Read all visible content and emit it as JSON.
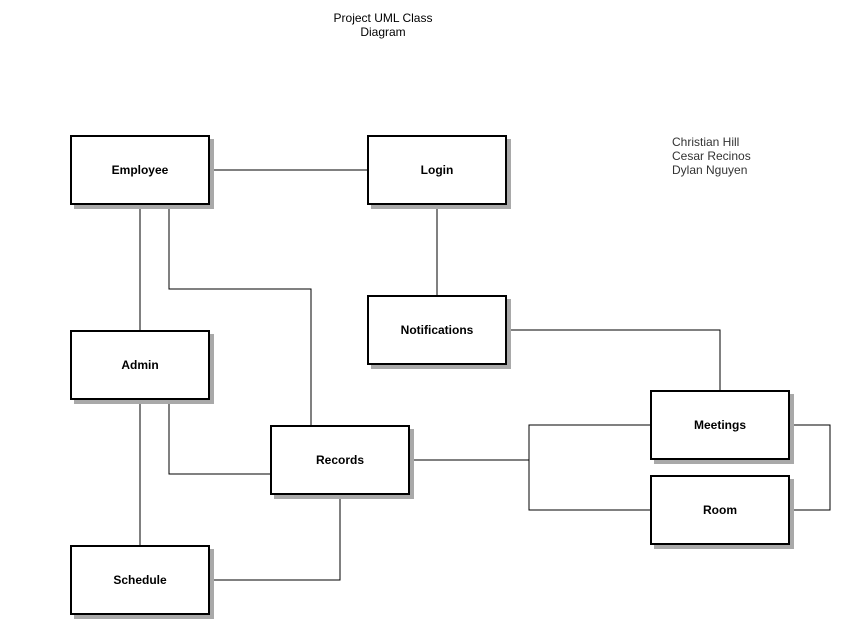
{
  "title": {
    "line1": "Project UML Class",
    "line2": "Diagram"
  },
  "authors": [
    "Christian Hill",
    "Cesar Recinos",
    "Dylan Nguyen"
  ],
  "classes": {
    "employee": "Employee",
    "login": "Login",
    "notifications": "Notifications",
    "admin": "Admin",
    "records": "Records",
    "meetings": "Meetings",
    "room": "Room",
    "schedule": "Schedule"
  }
}
